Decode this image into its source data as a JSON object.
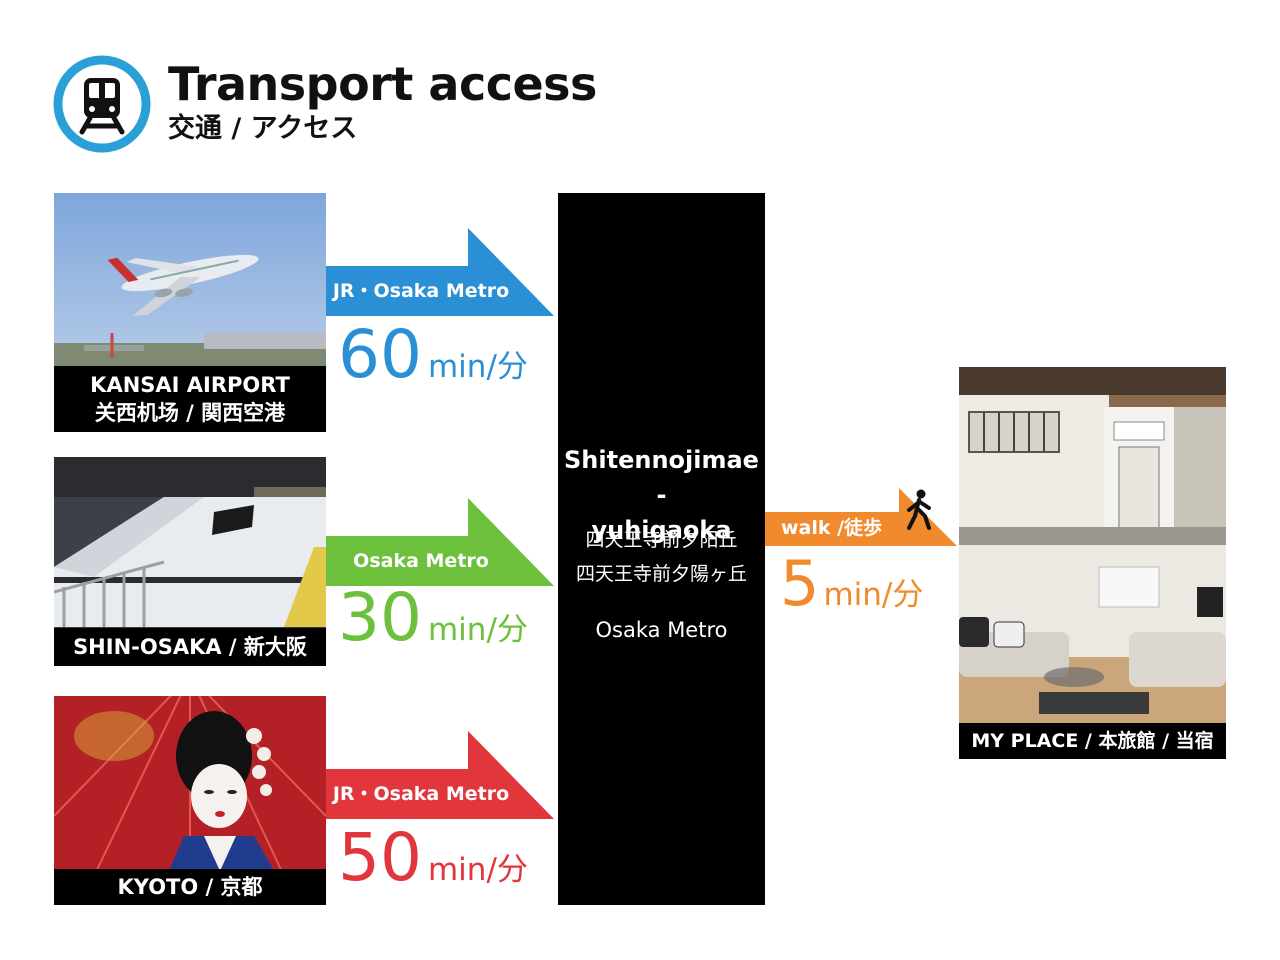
{
  "header": {
    "icon": "train-icon",
    "title": "Transport access",
    "subtitle": "交通 / アクセス"
  },
  "colors": {
    "blue": "#2a8fd4",
    "green": "#6cc03b",
    "red": "#e0363c",
    "orange": "#f08a2c",
    "black": "#000000"
  },
  "origins": [
    {
      "caption_line1": "KANSAI AIRPORT",
      "caption_line2": "关西机场 / 関西空港",
      "line": "JR・Osaka Metro",
      "time": "60",
      "unit": "min/分"
    },
    {
      "caption_line1": "SHIN-OSAKA / 新大阪",
      "line": "Osaka Metro",
      "time": "30",
      "unit": "min/分"
    },
    {
      "caption_line1": "KYOTO / 京都",
      "line": "JR・Osaka Metro",
      "time": "50",
      "unit": "min/分"
    }
  ],
  "station": {
    "name_line1": "Shitennojimae -",
    "name_line2": "yuhigaoka",
    "name_cn": "四天王寺前夕阳丘",
    "name_jp": "四天王寺前夕陽ヶ丘",
    "line": "Osaka Metro"
  },
  "walk": {
    "label": "walk /徒歩",
    "icon": "walking-person-icon",
    "time": "5",
    "unit": "min/分"
  },
  "destination": {
    "caption": "MY PLACE / 本旅館 / 当宿"
  }
}
